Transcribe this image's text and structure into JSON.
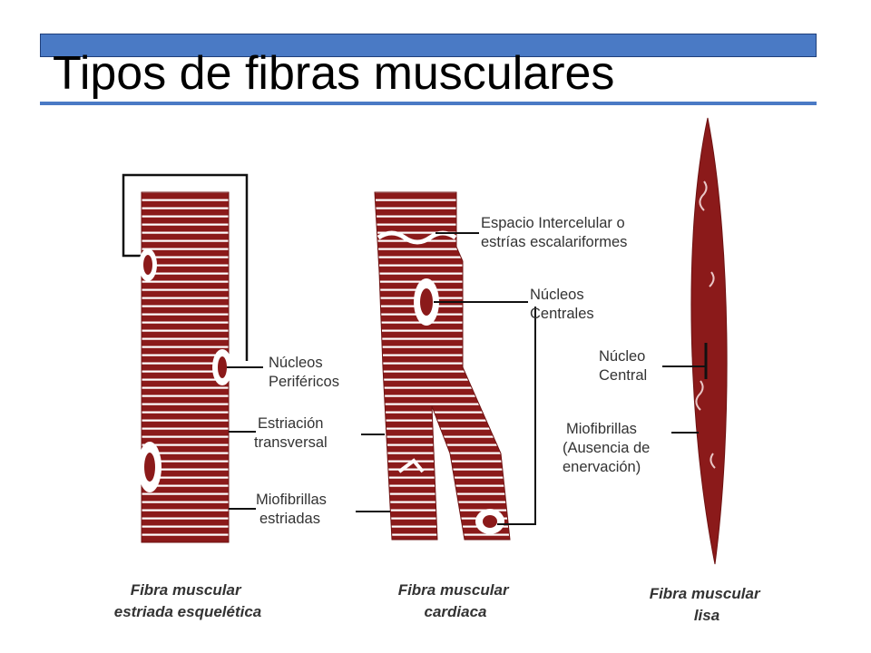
{
  "slide": {
    "title": "Tipos de fibras musculares",
    "accent_color": "#4a7ac5",
    "fiber_color": "#8b1a1a"
  },
  "figure": {
    "skeletal": {
      "label_nuclei": [
        "Núcleos",
        "Periféricos"
      ],
      "label_striation": [
        "Estriación",
        "transversal"
      ],
      "label_myofibrils": [
        "Miofibrillas",
        "estriadas"
      ],
      "caption": [
        "Fibra muscular",
        "estriada esquelética"
      ]
    },
    "cardiac": {
      "label_intercalated": [
        "Espacio Intercelular o",
        "estrías escalariformes"
      ],
      "label_nuclei": [
        "Núcleos",
        "Centrales"
      ],
      "caption": [
        "Fibra muscular",
        "cardiaca"
      ]
    },
    "smooth": {
      "label_nucleus": [
        "Núcleo",
        "Central"
      ],
      "label_myofibrils": [
        "Miofibrillas",
        "(Ausencia de",
        "enervación)"
      ],
      "caption": [
        "Fibra muscular",
        "lisa"
      ]
    }
  }
}
